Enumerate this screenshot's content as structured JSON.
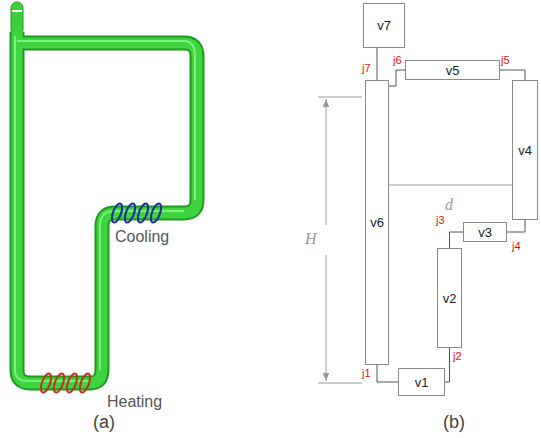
{
  "diagram": {
    "nodes": [
      {
        "text": [
          "v7"
        ]
      },
      {
        "text": [
          "v5"
        ]
      },
      {
        "text": [
          "v6"
        ]
      },
      {
        "text": [
          "v4"
        ]
      },
      {
        "text": [
          "v3"
        ]
      },
      {
        "text": [
          "v2"
        ]
      },
      {
        "text": [
          "v1"
        ]
      }
    ],
    "edges": [
      {
        "from": 0,
        "to": 2,
        "arrow": "none"
      },
      {
        "from": 2,
        "to": 1,
        "arrow": "none"
      },
      {
        "from": 1,
        "to": 3,
        "arrow": "none"
      },
      {
        "from": 3,
        "to": 4,
        "arrow": "none"
      },
      {
        "from": 4,
        "to": 5,
        "arrow": "none"
      },
      {
        "from": 5,
        "to": 6,
        "arrow": "none"
      },
      {
        "from": 6,
        "to": 2,
        "arrow": "none"
      }
    ],
    "labels": [
      "Cooling",
      "Heating",
      "(a)",
      "j7",
      "j6",
      "j5",
      "j4",
      "j3",
      "j2",
      "j1",
      "H",
      "d",
      "(b)"
    ]
  }
}
